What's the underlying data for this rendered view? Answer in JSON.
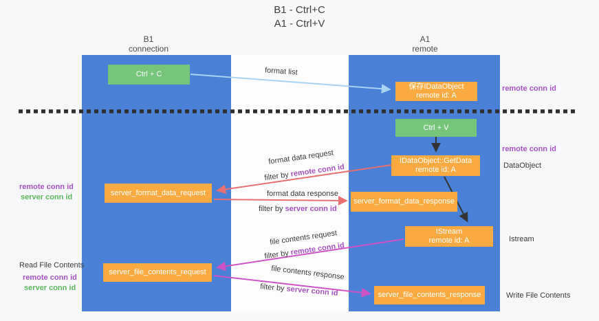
{
  "title": {
    "line1": "B1 - Ctrl+C",
    "line2": "A1 - Ctrl+V"
  },
  "lanes": {
    "left": {
      "name": "B1",
      "role": "connection"
    },
    "right": {
      "name": "A1",
      "role": "remote"
    }
  },
  "boxes": {
    "ctrl_c": {
      "label": "Ctrl + C"
    },
    "ctrl_v": {
      "label": "Ctrl + V"
    },
    "save_dataobject": {
      "line1": "保存IDataObject",
      "line2": "remote id: A"
    },
    "getdata": {
      "line1": "IDataObject::GetData",
      "line2": "remote id: A"
    },
    "istream": {
      "line1": "IStream",
      "line2": "remote id: A"
    },
    "format_request": {
      "label": "server_format_data_request"
    },
    "format_response": {
      "label": "server_format_data_response"
    },
    "file_request": {
      "label": "server_file_contents_request"
    },
    "file_response": {
      "label": "server_file_contents_response"
    }
  },
  "flow_labels": {
    "format_list": "format list",
    "format_data_request": "format data request",
    "format_data_response": "format data response",
    "file_contents_request": "file contents request",
    "file_contents_response": "file contents response",
    "filter_by": "filter by ",
    "remote_conn_id": "remote conn id",
    "server_conn_id": "server conn id"
  },
  "side_labels": {
    "right_conn_top": "remote conn id",
    "right_conn_mid": "remote conn id",
    "dataobject": "DataObject",
    "istream": "Istream",
    "write_file_contents": "Write File Contents",
    "left_remote_conn_1": "remote conn id",
    "left_server_conn_1": "server conn id",
    "read_file_contents": "Read File Contents",
    "left_remote_conn_2": "remote conn id",
    "left_server_conn_2": "server conn id"
  },
  "colors": {
    "lane_blue": "#4a80d6",
    "box_green": "#77c47b",
    "box_orange": "#f9aa41",
    "arrow_light_blue": "#a9d3f2",
    "arrow_red": "#e87070",
    "arrow_magenta": "#cf52c6",
    "arrow_black": "#333333",
    "text_purple": "#a653c0",
    "text_green": "#5cb85c",
    "background": "#f7f8f9"
  }
}
